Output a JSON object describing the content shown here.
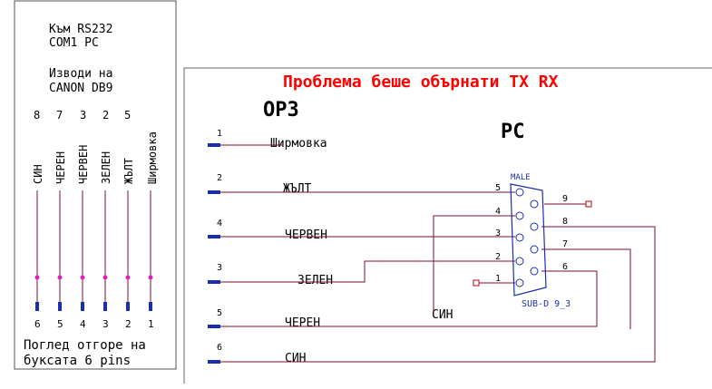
{
  "colors": {
    "wire": "#7a1230",
    "pin": "#1a2fb0",
    "dot": "#e020c0",
    "title": "#ff0000",
    "frame": "#555555",
    "connector": "#1a2fb0",
    "ground": "#c00000"
  },
  "note": {
    "title": "Проблема беше обърнати TX RX"
  },
  "left_box": {
    "line1": "Към RS232",
    "line2": "COM1 PC",
    "line3": "Изводи на",
    "line4": "CANON DB9",
    "footer1": "Поглед отгоре на",
    "footer2": "буксата 6 pins",
    "db9_pins": [
      "8",
      "7",
      "3",
      "2",
      "5"
    ],
    "wire_colors": [
      "СИН",
      "ЧЕРЕН",
      "ЧЕРВЕН",
      "ЗЕЛЕН",
      "ЖЪЛТ",
      "Ширмовка"
    ],
    "socket_pins": [
      "6",
      "5",
      "4",
      "3",
      "2",
      "1"
    ]
  },
  "right": {
    "op3_label": "OP3",
    "pc_label": "PC",
    "connector_top": "MALE",
    "connector_bottom": "SUB-D 9_3",
    "op3_pins": [
      "1",
      "2",
      "4",
      "3",
      "5",
      "6"
    ],
    "op3_wires": [
      "Ширмовка",
      "ЖЪЛТ",
      "ЧЕРВЕН",
      "ЗЕЛЕН",
      "ЧЕРЕН",
      "СИН"
    ],
    "dsub_left_pins": [
      "5",
      "4",
      "3",
      "2",
      "1"
    ],
    "dsub_right_pins": [
      "9",
      "8",
      "7",
      "6"
    ],
    "loose_label": "СИН"
  }
}
